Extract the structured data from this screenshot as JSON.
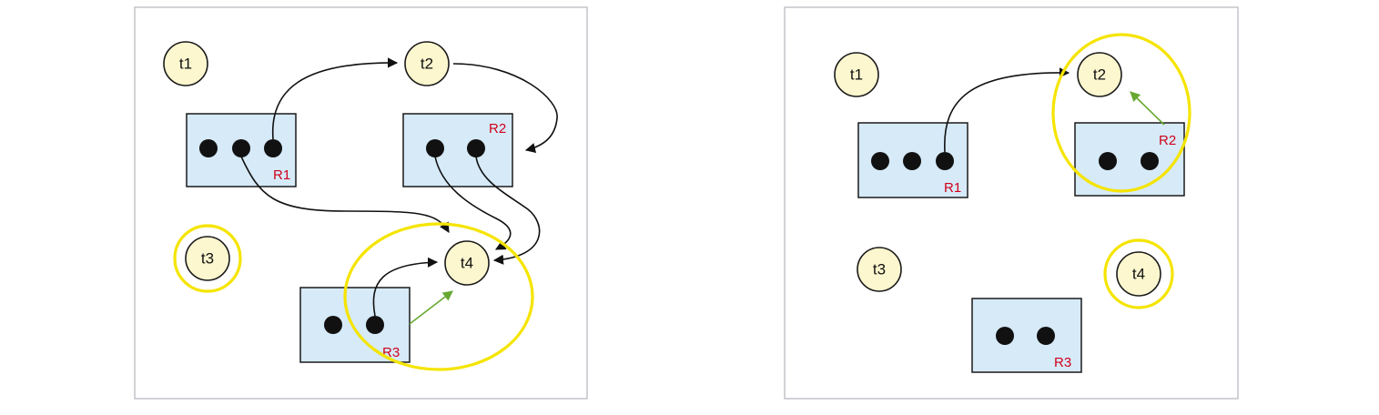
{
  "left_panel": {
    "tokens": {
      "t1": "t1",
      "t2": "t2",
      "t3": "t3",
      "t4": "t4"
    },
    "resources": {
      "r1": "R1",
      "r2": "R2",
      "r3": "R3"
    }
  },
  "right_panel": {
    "tokens": {
      "t1": "t1",
      "t2": "t2",
      "t3": "t3",
      "t4": "t4"
    },
    "resources": {
      "r1": "R1",
      "r2": "R2",
      "r3": "R3"
    }
  },
  "colors": {
    "token_fill": "#fdf7cf",
    "resource_fill": "#d6eaf8",
    "resource_label": "#d0021b",
    "highlight": "#f5e400",
    "green_arrow": "#66a832"
  }
}
